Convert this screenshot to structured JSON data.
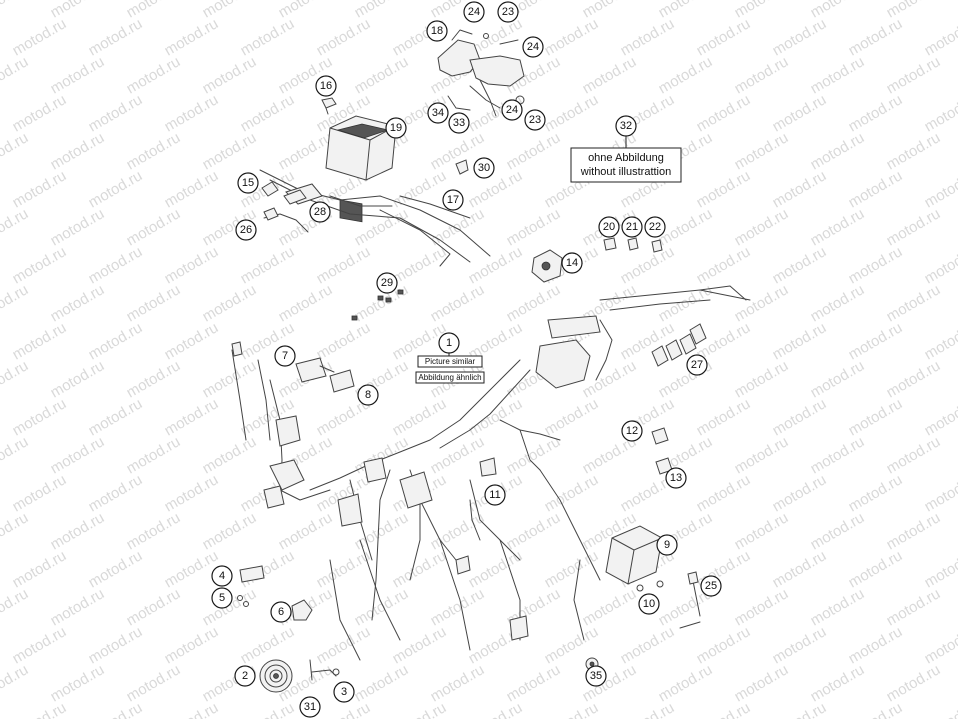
{
  "watermark": "motod.ru",
  "callouts": [
    "1",
    "2",
    "3",
    "4",
    "5",
    "6",
    "7",
    "8",
    "9",
    "10",
    "11",
    "12",
    "13",
    "14",
    "15",
    "16",
    "17",
    "18",
    "19",
    "20",
    "21",
    "22",
    "23",
    "23",
    "24",
    "24",
    "24",
    "25",
    "26",
    "27",
    "28",
    "29",
    "30",
    "31",
    "32",
    "33",
    "34",
    "35"
  ],
  "notes": {
    "picture_similar": "Picture similar",
    "abbildung_aehnlich": "Abbildung ähnlich",
    "ohne_abbildung": "ohne Abbildung",
    "without_illustration": "without illustrattion"
  }
}
